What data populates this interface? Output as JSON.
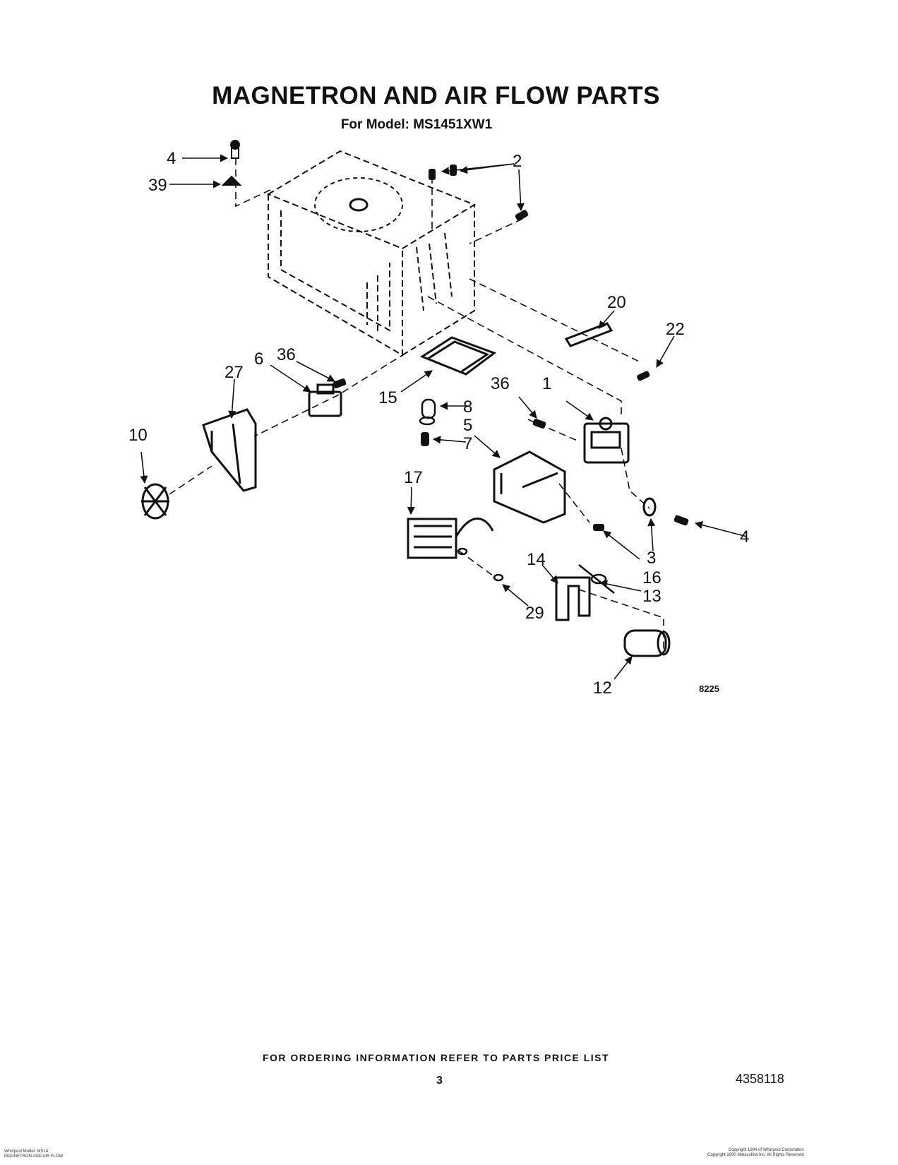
{
  "title": "MAGNETRON AND AIR FLOW PARTS",
  "subtitle": "For Model: MS1451XW1",
  "callouts": [
    {
      "id": "c4a",
      "text": "4"
    },
    {
      "id": "c39",
      "text": "39"
    },
    {
      "id": "c2",
      "text": "2"
    },
    {
      "id": "c20",
      "text": "20"
    },
    {
      "id": "c22",
      "text": "22"
    },
    {
      "id": "c36a",
      "text": "36"
    },
    {
      "id": "c6",
      "text": "6"
    },
    {
      "id": "c27",
      "text": "27"
    },
    {
      "id": "c15",
      "text": "15"
    },
    {
      "id": "c36b",
      "text": "36"
    },
    {
      "id": "c1",
      "text": "1"
    },
    {
      "id": "c8",
      "text": "8"
    },
    {
      "id": "c5",
      "text": "5"
    },
    {
      "id": "c7",
      "text": "7"
    },
    {
      "id": "c10",
      "text": "10"
    },
    {
      "id": "c17",
      "text": "17"
    },
    {
      "id": "c4b",
      "text": "4"
    },
    {
      "id": "c3",
      "text": "3"
    },
    {
      "id": "c16",
      "text": "16"
    },
    {
      "id": "c14",
      "text": "14"
    },
    {
      "id": "c13",
      "text": "13"
    },
    {
      "id": "c29",
      "text": "29"
    },
    {
      "id": "c12",
      "text": "12"
    }
  ],
  "drawing_number": "8225",
  "ordering_note": "FOR ORDERING INFORMATION REFER TO PARTS PRICE LIST",
  "page_number": "3",
  "part_number": "4358118",
  "footer_left": [
    "Whirlpool Model: MS14",
    "MAGNETRON AND AIR FLOW"
  ],
  "footer_right": [
    "Copyright 1994 of Whirlpool Corporation",
    "Copyright 1990 Matsushita Inc. All Rights Reserved"
  ]
}
